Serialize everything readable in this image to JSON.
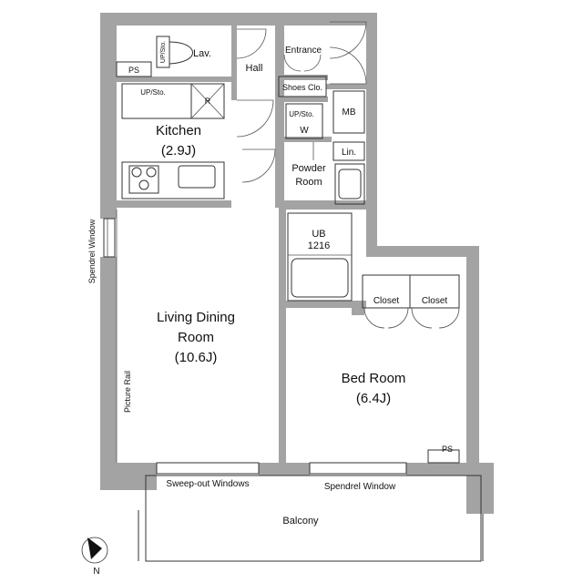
{
  "rooms": {
    "kitchen": "Kitchen",
    "kitchen_size": "(2.9J)",
    "ldk": "Living Dining",
    "ldk2": "Room",
    "ldk_size": "(10.6J)",
    "bed": "Bed Room",
    "bed_size": "(6.4J)",
    "powder": "Powder",
    "powder2": "Room",
    "hall": "Hall",
    "lav": "Lav.",
    "entrance": "Entrance",
    "balcony": "Balcony"
  },
  "labels": {
    "ps_top": "PS",
    "ps_bottom": "PS",
    "mb": "MB",
    "lin": "Lin.",
    "w": "W",
    "shoes": "Shoes Clo.",
    "closet1": "Closet",
    "closet2": "Closet",
    "ub": "UB",
    "ub_size": "1216",
    "up_sto_lav": "UP/Sto.",
    "up_sto_kitchen": "UP/Sto.",
    "up_sto_w": "UP/Sto.",
    "r": "R",
    "spendrel_window_left": "Spendrel Window",
    "spendrel_window_bottom": "Spendrel Window",
    "sweep_out": "Sweep-out Windows",
    "picture_rail": "Picture Rail",
    "north": "N"
  },
  "colors": {
    "wall": "#a3a3a3",
    "line": "#333333"
  }
}
